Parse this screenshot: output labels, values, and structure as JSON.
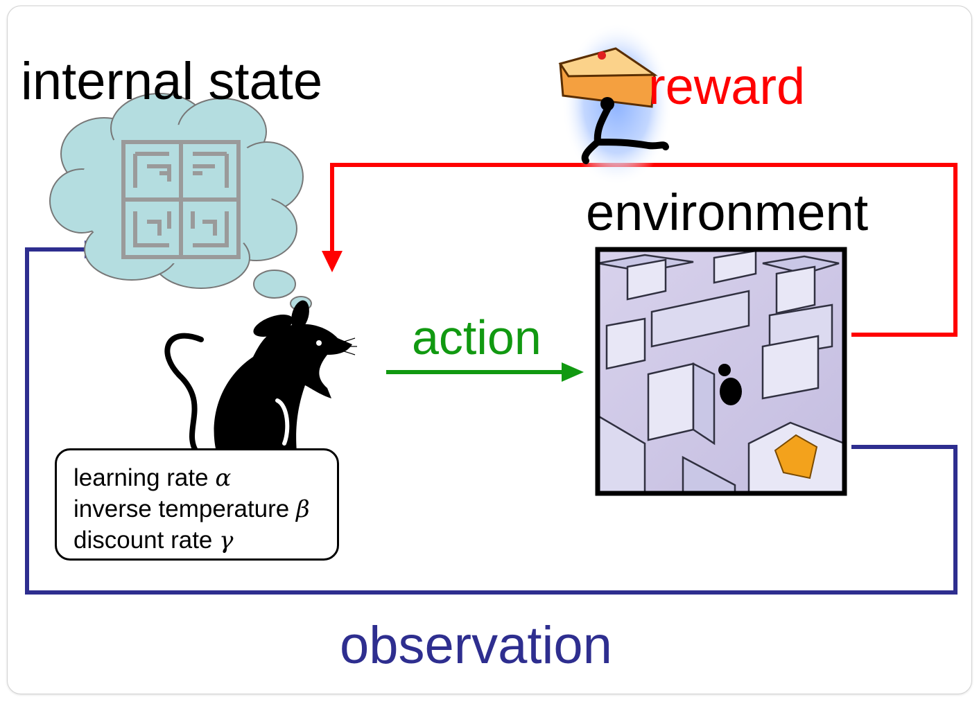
{
  "labels": {
    "internal_state": "internal state",
    "environment": "environment",
    "reward": "reward",
    "action": "action",
    "observation": "observation"
  },
  "parameters": [
    {
      "text": "learning rate",
      "symbol": "α"
    },
    {
      "text": "inverse temperature",
      "symbol": "β"
    },
    {
      "text": "discount rate",
      "symbol": "γ"
    }
  ],
  "colors": {
    "reward": "#ff0000",
    "action": "#119911",
    "observation": "#2e2e8f",
    "cloud": "#b4dde0",
    "maze_symbol": "#9a9a9a"
  },
  "icons": {
    "thought": "thought-cloud-icon",
    "brain_maze": "maze-pattern-icon",
    "agent": "mouse-icon",
    "environment": "maze-scene-icon",
    "reward": "runner-with-cake-icon"
  }
}
